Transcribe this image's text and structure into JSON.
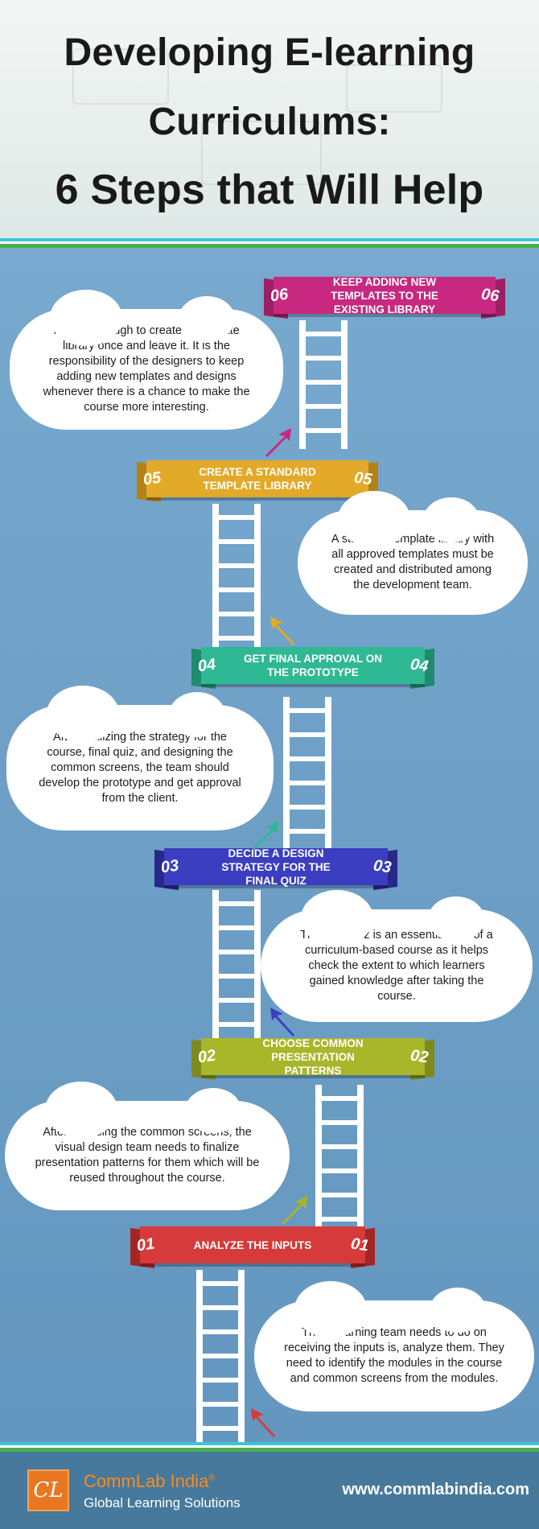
{
  "title": {
    "line1": "Developing E-learning",
    "line2": "Curriculums:",
    "line3": "6 Steps that Will Help"
  },
  "steps": [
    {
      "num": "06",
      "label": "KEEP ADDING NEW TEMPLATES TO THE EXISTING LIBRARY",
      "color": "#c8287f",
      "text": "It is not enough to create a template library once and leave it. It is the responsibility of the designers to keep adding new templates and designs whenever there is a chance to make the course more interesting."
    },
    {
      "num": "05",
      "label": "CREATE A STANDARD TEMPLATE LIBRARY",
      "color": "#e3a928",
      "text": "A standard template library with all approved templates must be created and distributed among the development team."
    },
    {
      "num": "04",
      "label": "GET FINAL APPROVAL ON THE PROTOTYPE",
      "color": "#2fb894",
      "text": "After finalizing the strategy for the course, final quiz, and designing the common screens, the team should develop the prototype and get approval from the client."
    },
    {
      "num": "03",
      "label": "DECIDE A DESIGN STRATEGY FOR THE FINAL QUIZ",
      "color": "#3b3ec0",
      "text": "The final quiz is an essential part of a curriculum-based course as it helps check the extent to which learners gained knowledge after taking the course."
    },
    {
      "num": "02",
      "label": "CHOOSE COMMON PRESENTATION PATTERNS",
      "color": "#a8b62a",
      "text": "After choosing the common screens, the visual design team needs to finalize presentation patterns for them which will be reused throughout the course."
    },
    {
      "num": "01",
      "label": "ANALYZE THE INPUTS",
      "color": "#d73a3a",
      "text": "The e-learning team needs to do on receiving the inputs is, analyze them. They need to identify the modules in the course and common screens from the modules."
    }
  ],
  "footer": {
    "logo_glyph": "CL",
    "brand": "CommLab India",
    "trademark": "®",
    "tagline": "Global Learning Solutions",
    "website": "www.commlabindia.com"
  },
  "colors": {
    "background": "#6fa0c8",
    "footer": "#47799c",
    "brand_orange": "#e87722"
  }
}
